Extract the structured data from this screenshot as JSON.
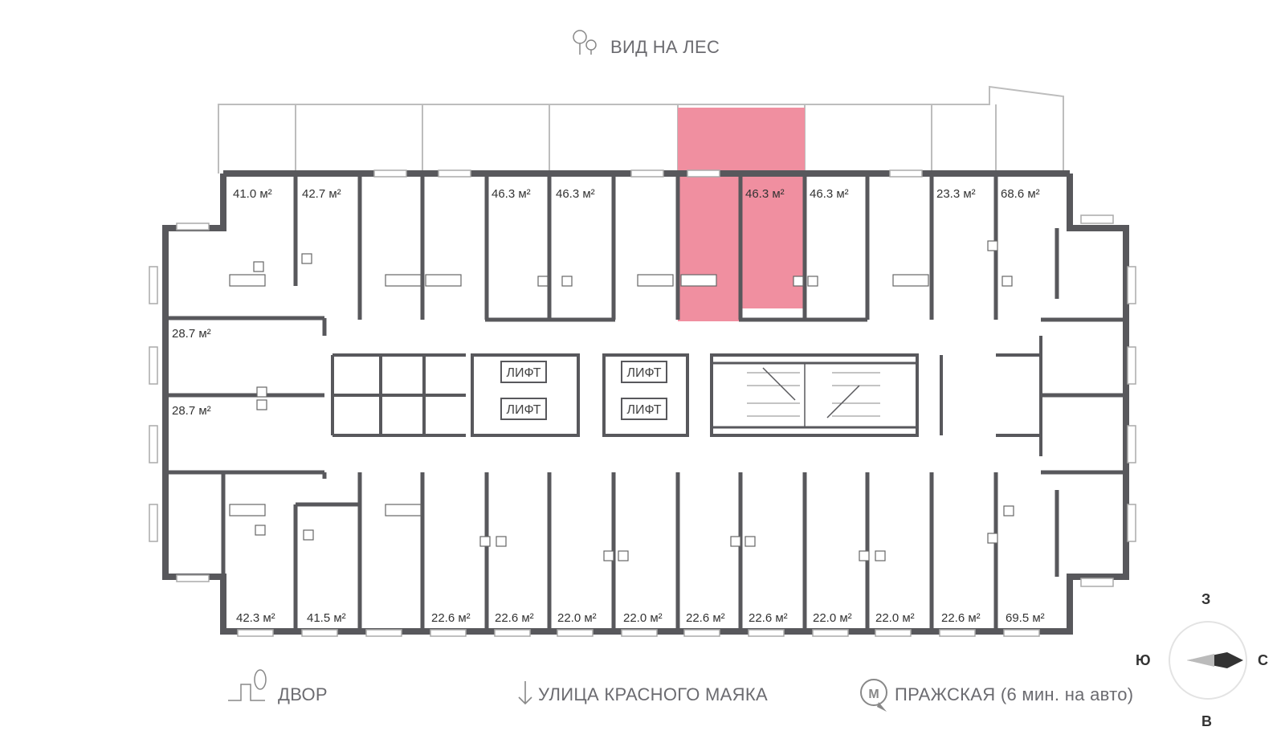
{
  "captions": {
    "top": "ВИД НА ЛЕС",
    "yard": "ДВОР",
    "street": "УЛИЦА КРАСНОГО МАЯКА",
    "metro": "ПРАЖСКАЯ (6 мин. на авто)"
  },
  "compass": {
    "n": "З",
    "w": "Ю",
    "e": "С",
    "s": "В"
  },
  "lift_label": "ЛИФТ",
  "highlight_color": "#f08fa0",
  "apartments": {
    "top": [
      "41.0 м²",
      "42.7 м²",
      "46.3 м²",
      "46.3 м²",
      "46.3 м²",
      "46.3 м²",
      "23.3 м²",
      "68.6 м²"
    ],
    "left": [
      "28.7 м²",
      "28.7 м²"
    ],
    "bottom": [
      "42.3 м²",
      "41.5 м²",
      "22.6 м²",
      "22.6 м²",
      "22.0 м²",
      "22.0 м²",
      "22.6 м²",
      "22.6 м²",
      "22.0 м²",
      "22.0 м²",
      "22.6 м²",
      "69.5 м²"
    ]
  },
  "selected_apartment": "46.3 м²"
}
